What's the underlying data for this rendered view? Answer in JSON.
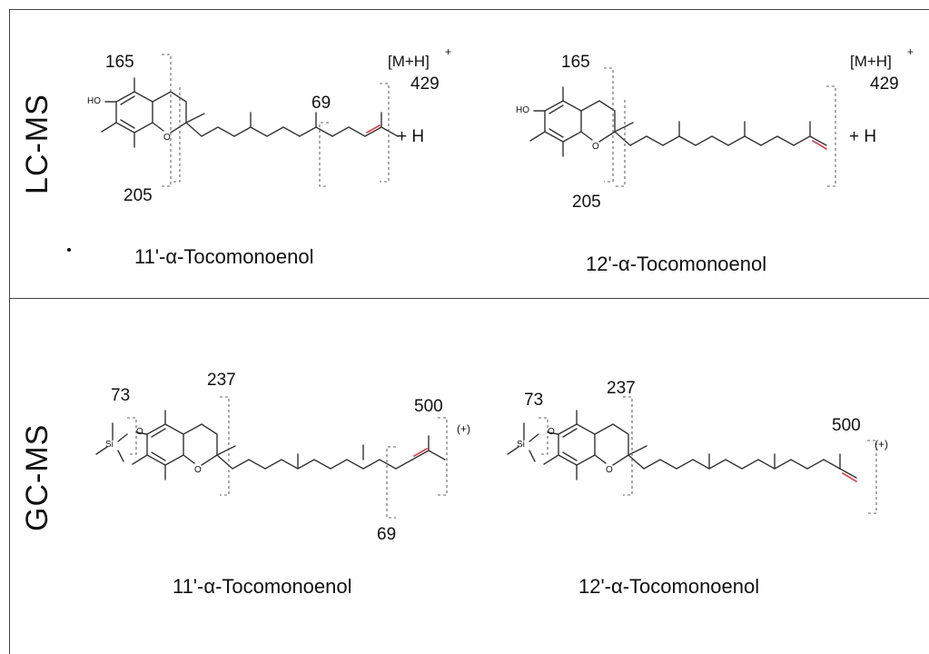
{
  "sections": {
    "lc": {
      "label": "LC-MS"
    },
    "gc": {
      "label": "GC-MS"
    }
  },
  "molecules": {
    "lc_11": {
      "name": "11'-α-Tocomonoenol",
      "frag_a": "165",
      "frag_b": "205",
      "frag_c": "69",
      "ion": "[M+H]",
      "ion_charge": "+",
      "ion_mass": "429",
      "adduct": "+ H",
      "o_atom": "O",
      "ho_atom": "HO"
    },
    "lc_12": {
      "name": "12'-α-Tocomonoenol",
      "frag_a": "165",
      "frag_b": "205",
      "ion": "[M+H]",
      "ion_charge": "+",
      "ion_mass": "429",
      "adduct": "+ H",
      "o_atom": "O",
      "ho_atom": "HO"
    },
    "gc_11": {
      "name": "11'-α-Tocomonoenol",
      "frag_a": "73",
      "frag_b": "237",
      "frag_c": "69",
      "ion_mass": "500",
      "ion_charge": "(+)",
      "o_atom": "O",
      "o2_atom": "O",
      "si_atom": "Si"
    },
    "gc_12": {
      "name": "12'-α-Tocomonoenol",
      "frag_a": "73",
      "frag_b": "237",
      "ion_mass": "500",
      "ion_charge": "(+)",
      "o_atom": "O",
      "o2_atom": "O",
      "si_atom": "Si"
    }
  },
  "colors": {
    "double_bond": "#e0474c",
    "bond": "#333333",
    "bracket": "#666666"
  }
}
